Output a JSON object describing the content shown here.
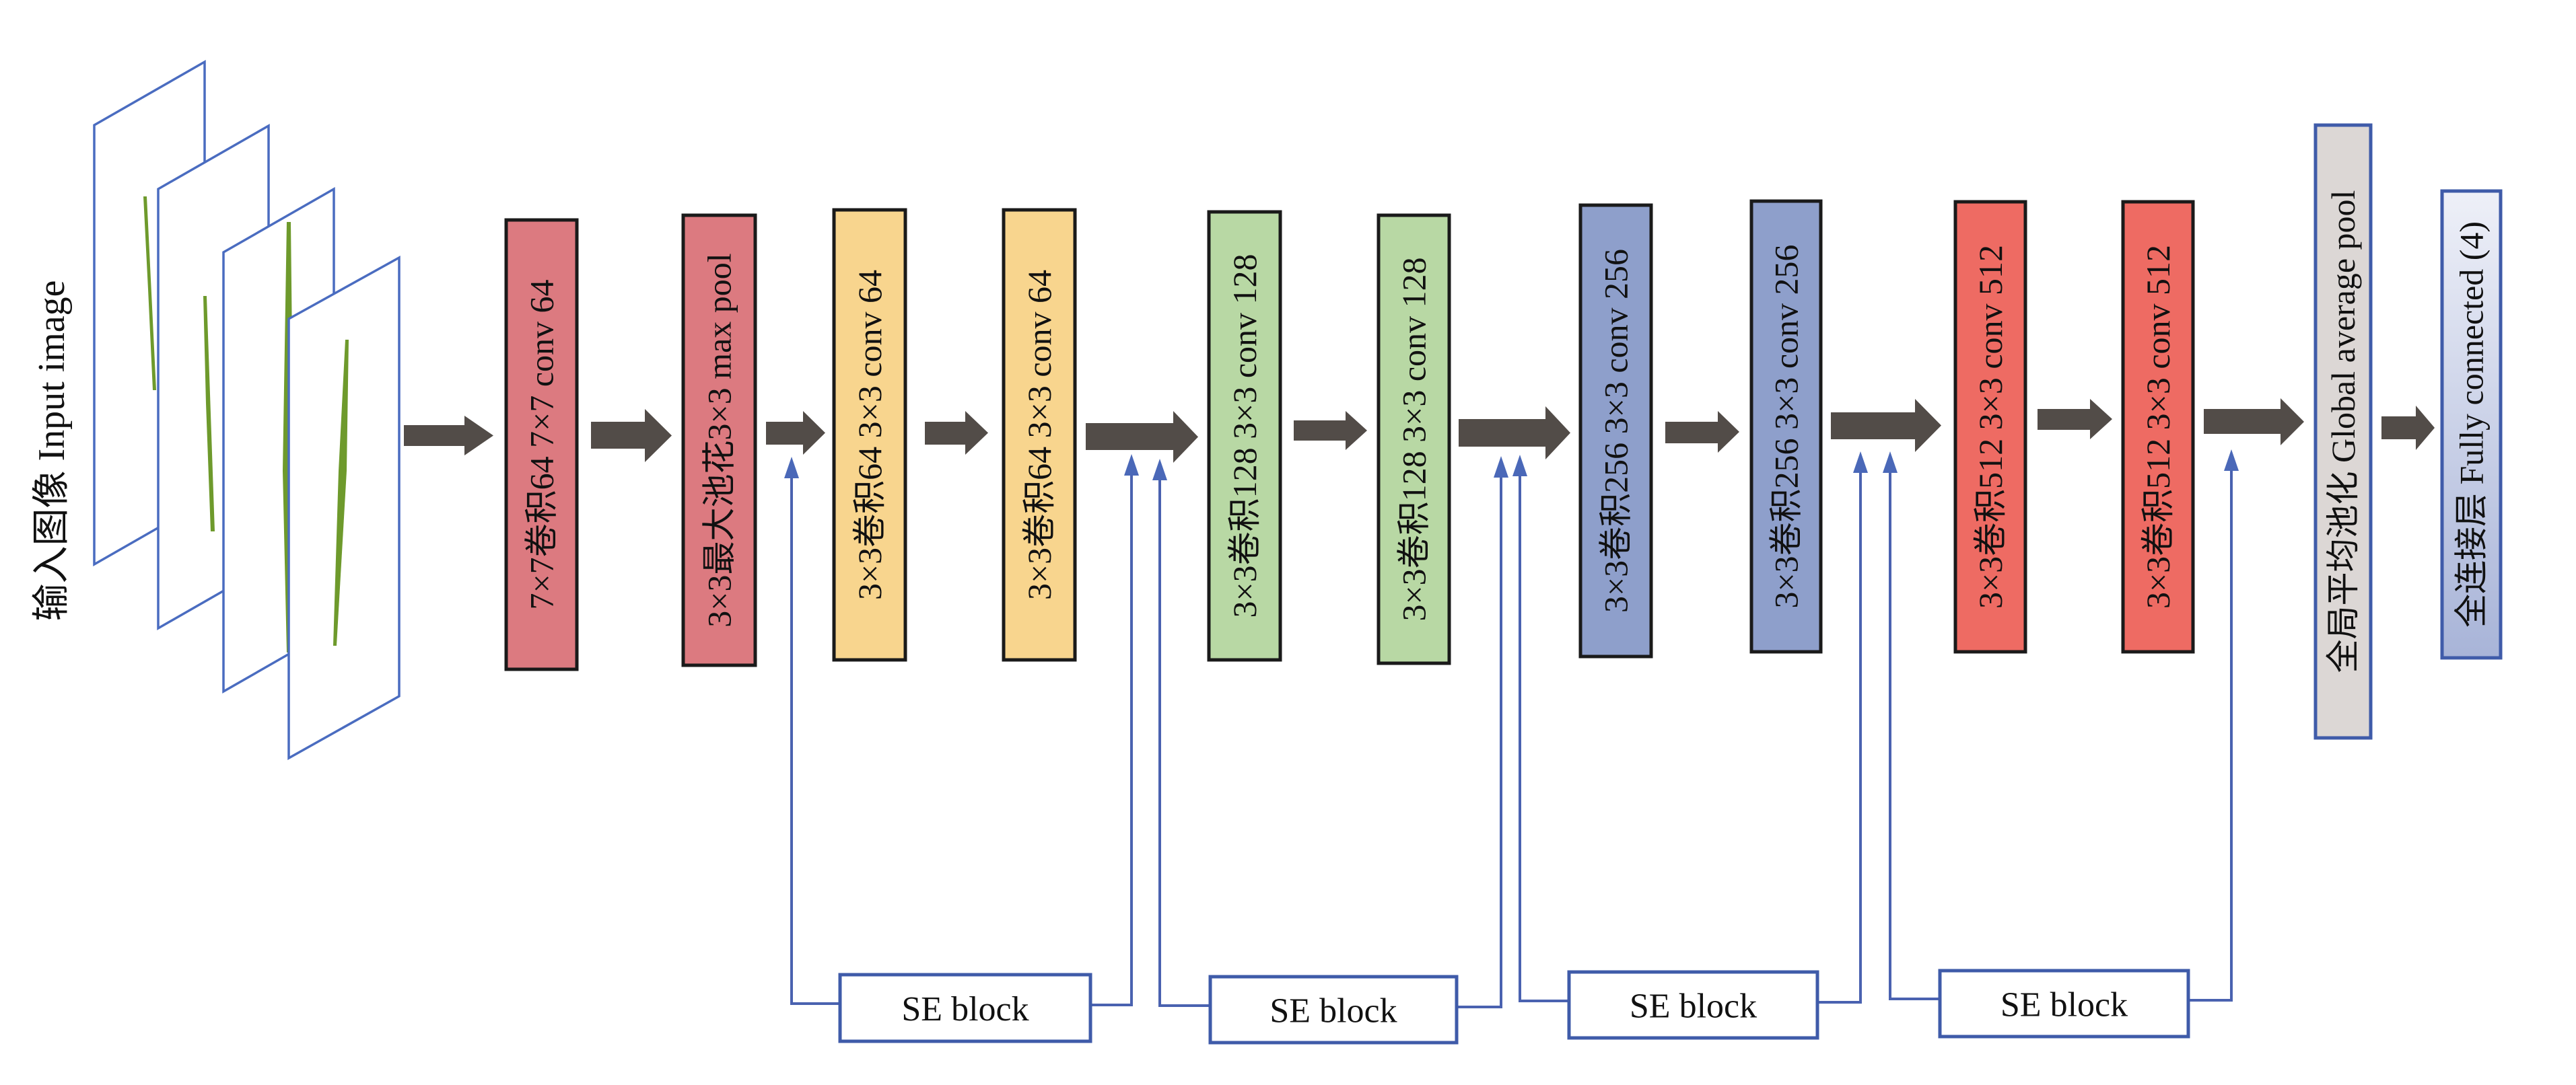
{
  "diagram": {
    "title": "SE-ResNet style CNN architecture",
    "input": {
      "label": "输入图像 Input image",
      "image_count": 4,
      "content": "rice leaf images"
    },
    "layers": [
      {
        "id": "conv7",
        "label": "7×7卷积64  7×7 conv 64",
        "color": "#dc7a80",
        "type": "conv"
      },
      {
        "id": "maxpool",
        "label": "3×3最大池花3×3 max pool",
        "color": "#dc7a80",
        "type": "pool"
      },
      {
        "id": "conv64a",
        "label": "3×3卷积64  3×3 conv 64",
        "color": "#f8d58e",
        "type": "conv"
      },
      {
        "id": "conv64b",
        "label": "3×3卷积64  3×3 conv 64",
        "color": "#f8d58e",
        "type": "conv"
      },
      {
        "id": "conv128a",
        "label": "3×3卷积128  3×3 conv 128",
        "color": "#b8d8a4",
        "type": "conv"
      },
      {
        "id": "conv128b",
        "label": "3×3卷积128  3×3 conv 128",
        "color": "#b8d8a4",
        "type": "conv"
      },
      {
        "id": "conv256a",
        "label": "3×3卷积256 3×3 conv 256",
        "color": "#8e9fcb",
        "type": "conv"
      },
      {
        "id": "conv256b",
        "label": "3×3卷积256  3×3 conv 256",
        "color": "#8e9fcb",
        "type": "conv"
      },
      {
        "id": "conv512a",
        "label": "3×3卷积512  3×3 conv 512",
        "color": "#ee6b63",
        "type": "conv"
      },
      {
        "id": "conv512b",
        "label": "3×3卷积512  3×3 conv 512",
        "color": "#ee6b63",
        "type": "conv"
      },
      {
        "id": "gap",
        "label": "全局平均池化 Global average pool",
        "color": "#dcd7d5",
        "type": "pool"
      },
      {
        "id": "fc",
        "label": "全连接层 Fully connected (4)",
        "color_top": "#eef0f8",
        "color_bottom": "#a8b4d8",
        "type": "fc"
      }
    ],
    "se_blocks": [
      {
        "label": "SE block"
      },
      {
        "label": "SE block"
      },
      {
        "label": "SE block"
      },
      {
        "label": "SE block"
      }
    ],
    "colors": {
      "arrow": "#524c48",
      "se_line": "#4a62b0",
      "panel_border": "#4a6cc0"
    }
  }
}
